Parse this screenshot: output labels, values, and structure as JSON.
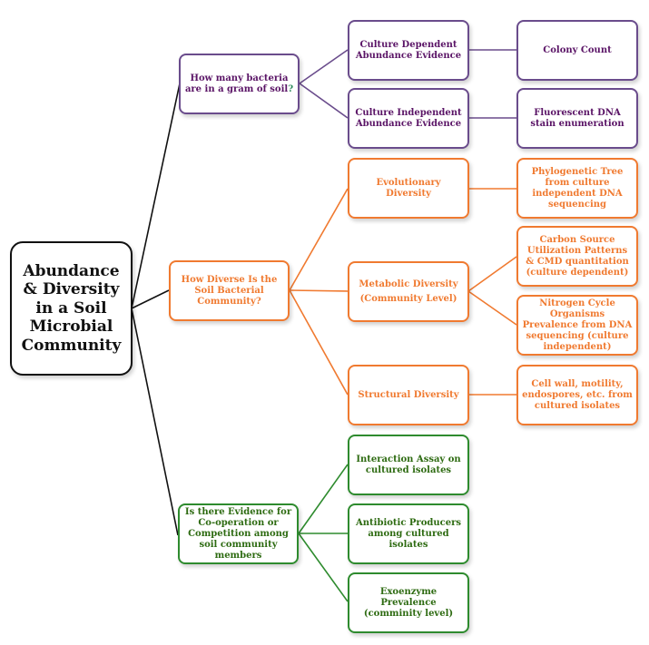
{
  "colors": {
    "root": "#111111",
    "abundance": "#6a4c8c",
    "abundance_text": "#5a1466",
    "diversity": "#f07a30",
    "interaction": "#2e8b2e",
    "interaction_text": "#2e6b12"
  },
  "root": {
    "label": "Abundance & Diversity in a Soil Microbial Community"
  },
  "branches": [
    {
      "id": "abundance",
      "question_main": "How many bacteria are in a gram of soil",
      "question_mark": "?",
      "children": [
        {
          "label": "Culture Dependent Abundance Evidence",
          "leaf": "Colony Count"
        },
        {
          "label": "Culture Independent Abundance Evidence",
          "leaf": "Fluorescent DNA stain enumeration"
        }
      ]
    },
    {
      "id": "diversity",
      "question": "How Diverse Is the Soil Bacterial Community?",
      "children": [
        {
          "label": "Evolutionary Diversity",
          "leaves": [
            "Phylogenetic Tree from culture independent DNA sequencing"
          ]
        },
        {
          "label_line1": "Metabolic Diversity",
          "label_line2": "(Community Level)",
          "leaves": [
            "Carbon Source Utilization Patterns & CMD quantitation (culture dependent)",
            "Nitrogen Cycle Organisms Prevalence from DNA sequencing (culture independent)"
          ]
        },
        {
          "label": "Structural Diversity",
          "leaves": [
            "Cell wall, motility, endospores, etc. from cultured isolates"
          ]
        }
      ]
    },
    {
      "id": "interaction",
      "question": "Is there Evidence for Co-operation or Competition among soil community members",
      "children": [
        {
          "label": "Interaction Assay on cultured isolates"
        },
        {
          "label": "Antibiotic Producers among cultured isolates"
        },
        {
          "label": "Exoenzyme Prevalence (comminity level)"
        }
      ]
    }
  ]
}
